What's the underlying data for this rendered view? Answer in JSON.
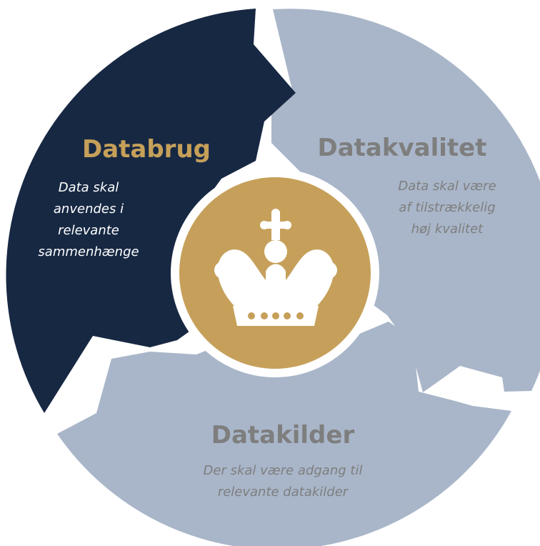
{
  "colors": {
    "databrug_fill": "#172843",
    "light_fill": "#a9b6c9",
    "gold": "#c6a05a",
    "databrug_title": "#c6a05a",
    "light_title": "#7e7e7e",
    "databrug_text": "#ffffff",
    "light_text": "#7e7e7e",
    "crown": "#ffffff"
  },
  "segments": {
    "databrug": {
      "title": "Databrug",
      "lines": [
        "Data skal",
        "anvendes i",
        "relevante",
        "sammenhænge"
      ]
    },
    "datakvalitet": {
      "title": "Datakvalitet",
      "lines": [
        "Data skal være",
        "af tilstrækkelig",
        "høj kvalitet"
      ]
    },
    "datakilder": {
      "title": "Datakilder",
      "lines": [
        "Der skal være adgang til",
        "relevante datakilder"
      ]
    }
  },
  "center": {
    "icon": "crown-icon"
  }
}
